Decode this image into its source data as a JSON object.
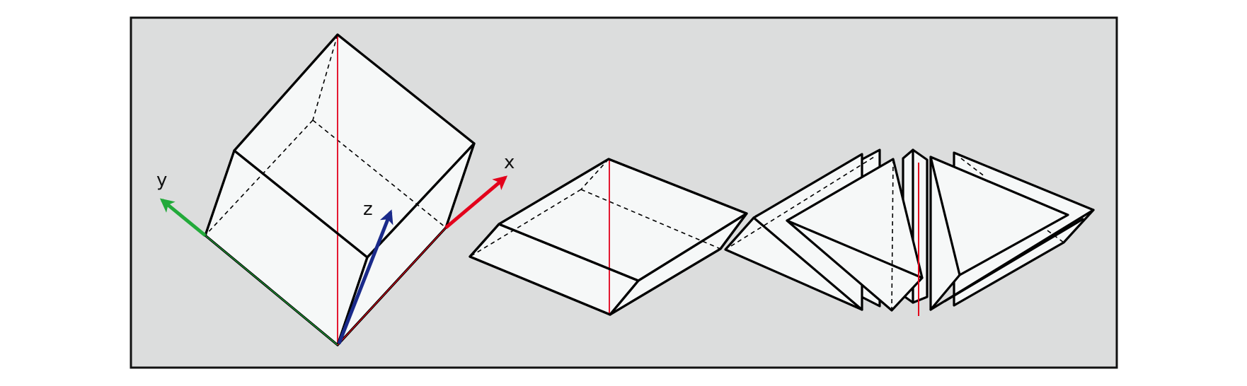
{
  "figure": {
    "background": "#dcdddd",
    "frame_color": "#111111",
    "face_fill": "#f6f8f8",
    "panels": [
      {
        "name": "rotated-cube",
        "description": "Cube rotated with a diagonal vertical, body axes shown"
      },
      {
        "name": "flattened-hexahedron",
        "description": "Cube compressed along vertical axis"
      },
      {
        "name": "sheared-fragments",
        "description": "Cube fragmented into thin triangular slabs"
      }
    ]
  },
  "axes": {
    "x": {
      "label": "x",
      "color": "#e3001b"
    },
    "y": {
      "label": "y",
      "color": "#22aa3a"
    },
    "z": {
      "label": "z",
      "color": "#1a2a8a"
    }
  },
  "vertical_axis_color": "#e3001b"
}
